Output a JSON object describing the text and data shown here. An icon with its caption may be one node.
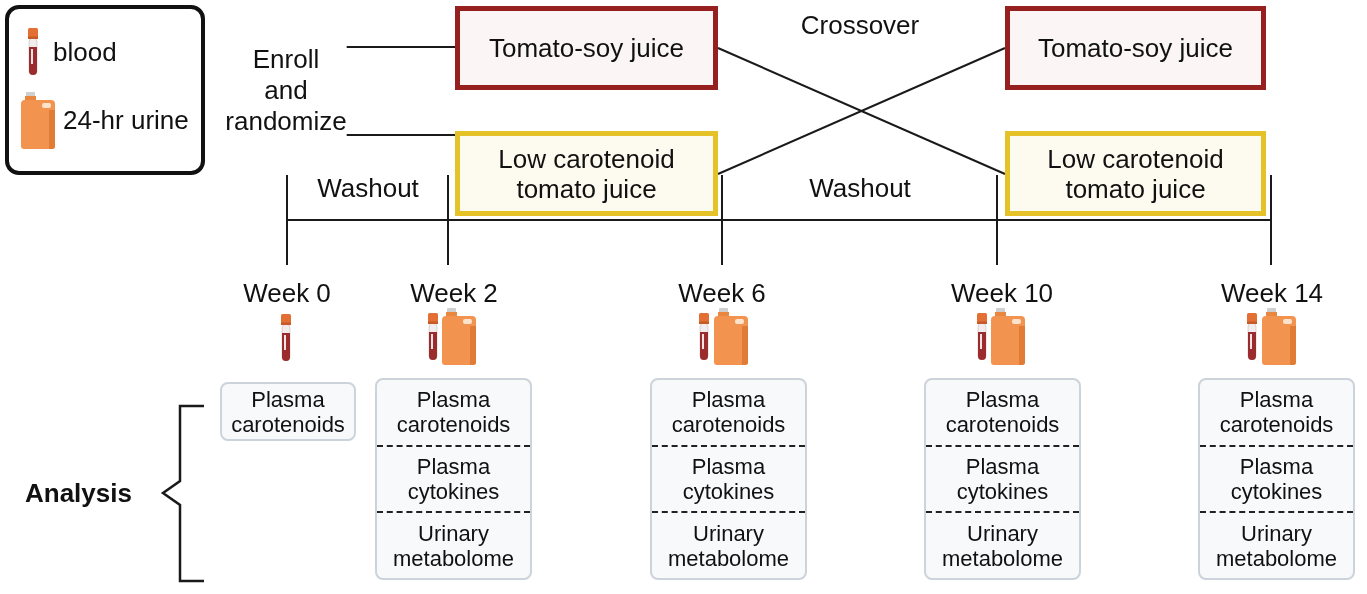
{
  "diagram": {
    "nodes": [
      {
        "text": [
          "Enroll and randomize"
        ]
      },
      {
        "text": [
          "Tomato-soy juice"
        ]
      },
      {
        "text": [
          "Low carotenoid tomato juice"
        ]
      },
      {
        "text": [
          "Tomato-soy juice"
        ]
      },
      {
        "text": [
          "Low carotenoid tomato juice"
        ]
      },
      {
        "text": [
          "Plasma carotenoids"
        ]
      },
      {
        "text": [
          "Plasma carotenoids",
          "Plasma cytokines",
          "Urinary metabolome"
        ]
      },
      {
        "text": [
          "Plasma carotenoids",
          "Plasma cytokines",
          "Urinary metabolome"
        ]
      },
      {
        "text": [
          "Plasma carotenoids",
          "Plasma cytokines",
          "Urinary metabolome"
        ]
      },
      {
        "text": [
          "Plasma carotenoids",
          "Plasma cytokines",
          "Urinary metabolome"
        ]
      }
    ],
    "edges": [
      {
        "from": 0,
        "to": 1,
        "arrow": "none"
      },
      {
        "from": 0,
        "to": 2,
        "arrow": "none"
      },
      {
        "from": 1,
        "to": 4,
        "arrow": "none"
      },
      {
        "from": 2,
        "to": 3,
        "arrow": "none"
      }
    ],
    "labels": [
      "Crossover",
      "Washout",
      "Washout",
      "Week 0",
      "Week 2",
      "Week 6",
      "Week 10",
      "Week 14",
      "Analysis"
    ],
    "legend": [
      {
        "text": "blood"
      },
      {
        "text": "24-hr urine"
      }
    ]
  }
}
